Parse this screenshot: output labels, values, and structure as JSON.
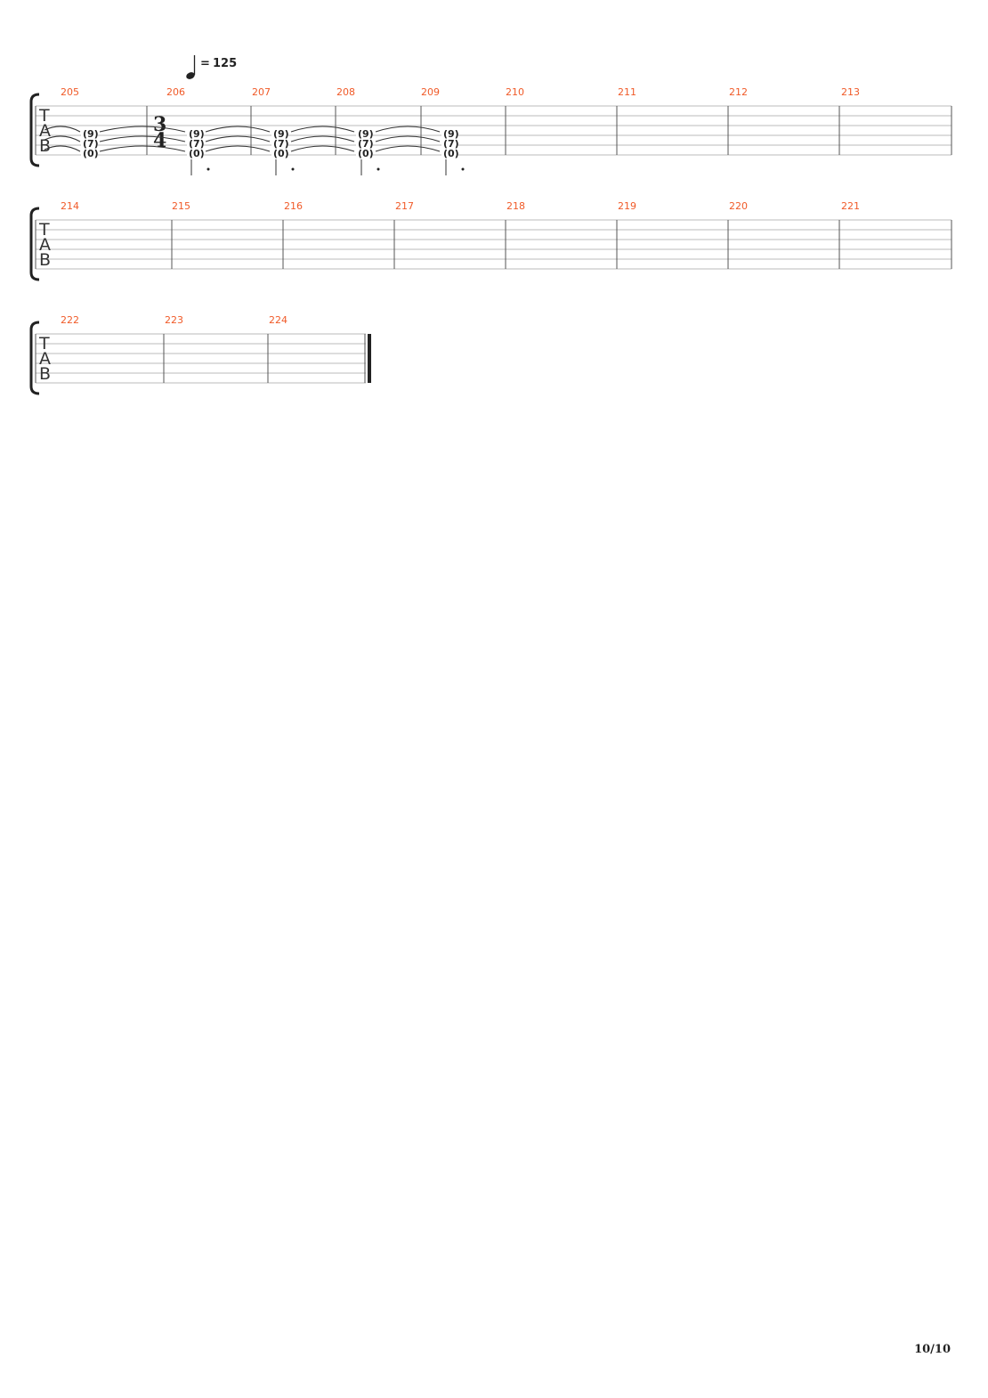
{
  "tempo": {
    "value": "125",
    "prefix": "="
  },
  "tab_letters": [
    "T",
    "A",
    "B"
  ],
  "time_signature": {
    "top": "3",
    "bottom": "4"
  },
  "page_number": "10/10",
  "colors": {
    "measure_number": "#f05a28",
    "line": "#bbbbbb",
    "barline": "#555555",
    "ink": "#222222"
  },
  "systems": [
    {
      "measures": [
        "205",
        "206",
        "207",
        "208",
        "209",
        "210",
        "211",
        "212",
        "213"
      ],
      "chords": [
        {
          "measure": "205",
          "frets": [
            "(9)",
            "(7)",
            "(0)"
          ],
          "stem": false
        },
        {
          "measure": "206",
          "frets": [
            "(9)",
            "(7)",
            "(0)"
          ],
          "stem": true
        },
        {
          "measure": "207",
          "frets": [
            "(9)",
            "(7)",
            "(0)"
          ],
          "stem": true
        },
        {
          "measure": "208",
          "frets": [
            "(9)",
            "(7)",
            "(0)"
          ],
          "stem": true
        },
        {
          "measure": "209",
          "frets": [
            "(9)",
            "(7)",
            "(0)"
          ],
          "stem": true
        }
      ],
      "time_signature_at": "206"
    },
    {
      "measures": [
        "214",
        "215",
        "216",
        "217",
        "218",
        "219",
        "220",
        "221"
      ],
      "chords": []
    },
    {
      "measures": [
        "222",
        "223",
        "224"
      ],
      "chords": [],
      "final_barline": true
    }
  ]
}
